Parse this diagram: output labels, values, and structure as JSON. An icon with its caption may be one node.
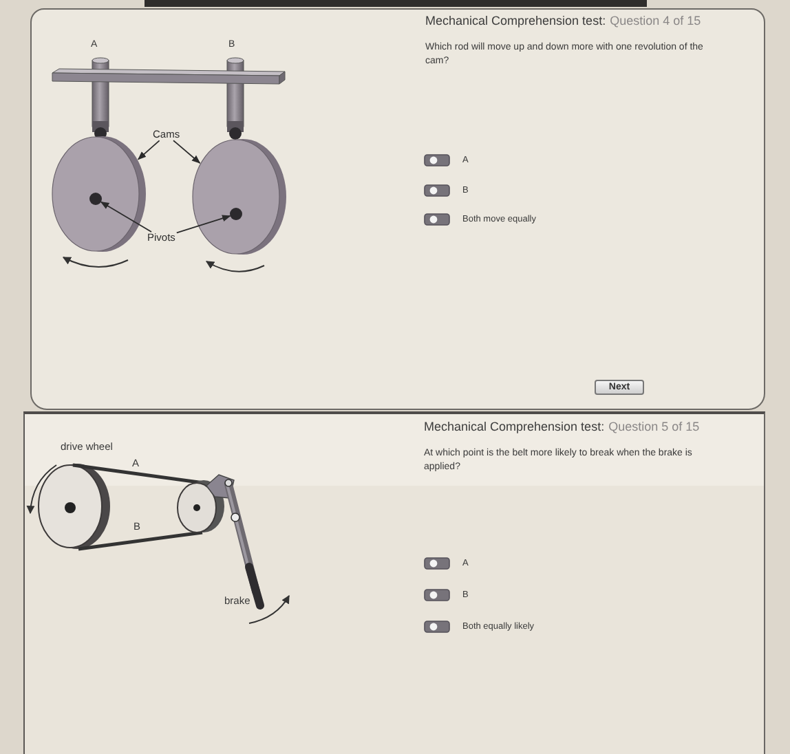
{
  "diagram": {
    "nodes": [
      {
        "text": [],
        "shape": "circle"
      },
      {
        "text": [],
        "shape": "circle",
        "in": 0
      },
      {
        "text": [],
        "shape": "circle"
      },
      {
        "text": [],
        "shape": "circle",
        "in": 2
      },
      {
        "text": [
          "Cams"
        ]
      },
      {
        "text": [
          "Pivots"
        ]
      }
    ],
    "edges": [
      {
        "from": 4,
        "to": 0,
        "arrow": "to"
      },
      {
        "from": 4,
        "to": 2,
        "arrow": "to"
      },
      {
        "from": 5,
        "to": 1,
        "arrow": "to"
      },
      {
        "from": 5,
        "to": 3,
        "arrow": "to"
      }
    ],
    "labels": [
      "A",
      "B",
      "Mechanical Comprehension test:",
      "Question 4 of 15",
      "Which rod will move up and down more with one revolution of the cam?",
      "A",
      "B",
      "Both move equally",
      "Next",
      "drive wheel",
      "A",
      "B",
      "brake",
      "Mechanical Comprehension test:",
      "Question 5 of 15",
      "At which point is the belt more likely to break when the brake is applied?",
      "A",
      "B",
      "Both equally likely"
    ]
  }
}
